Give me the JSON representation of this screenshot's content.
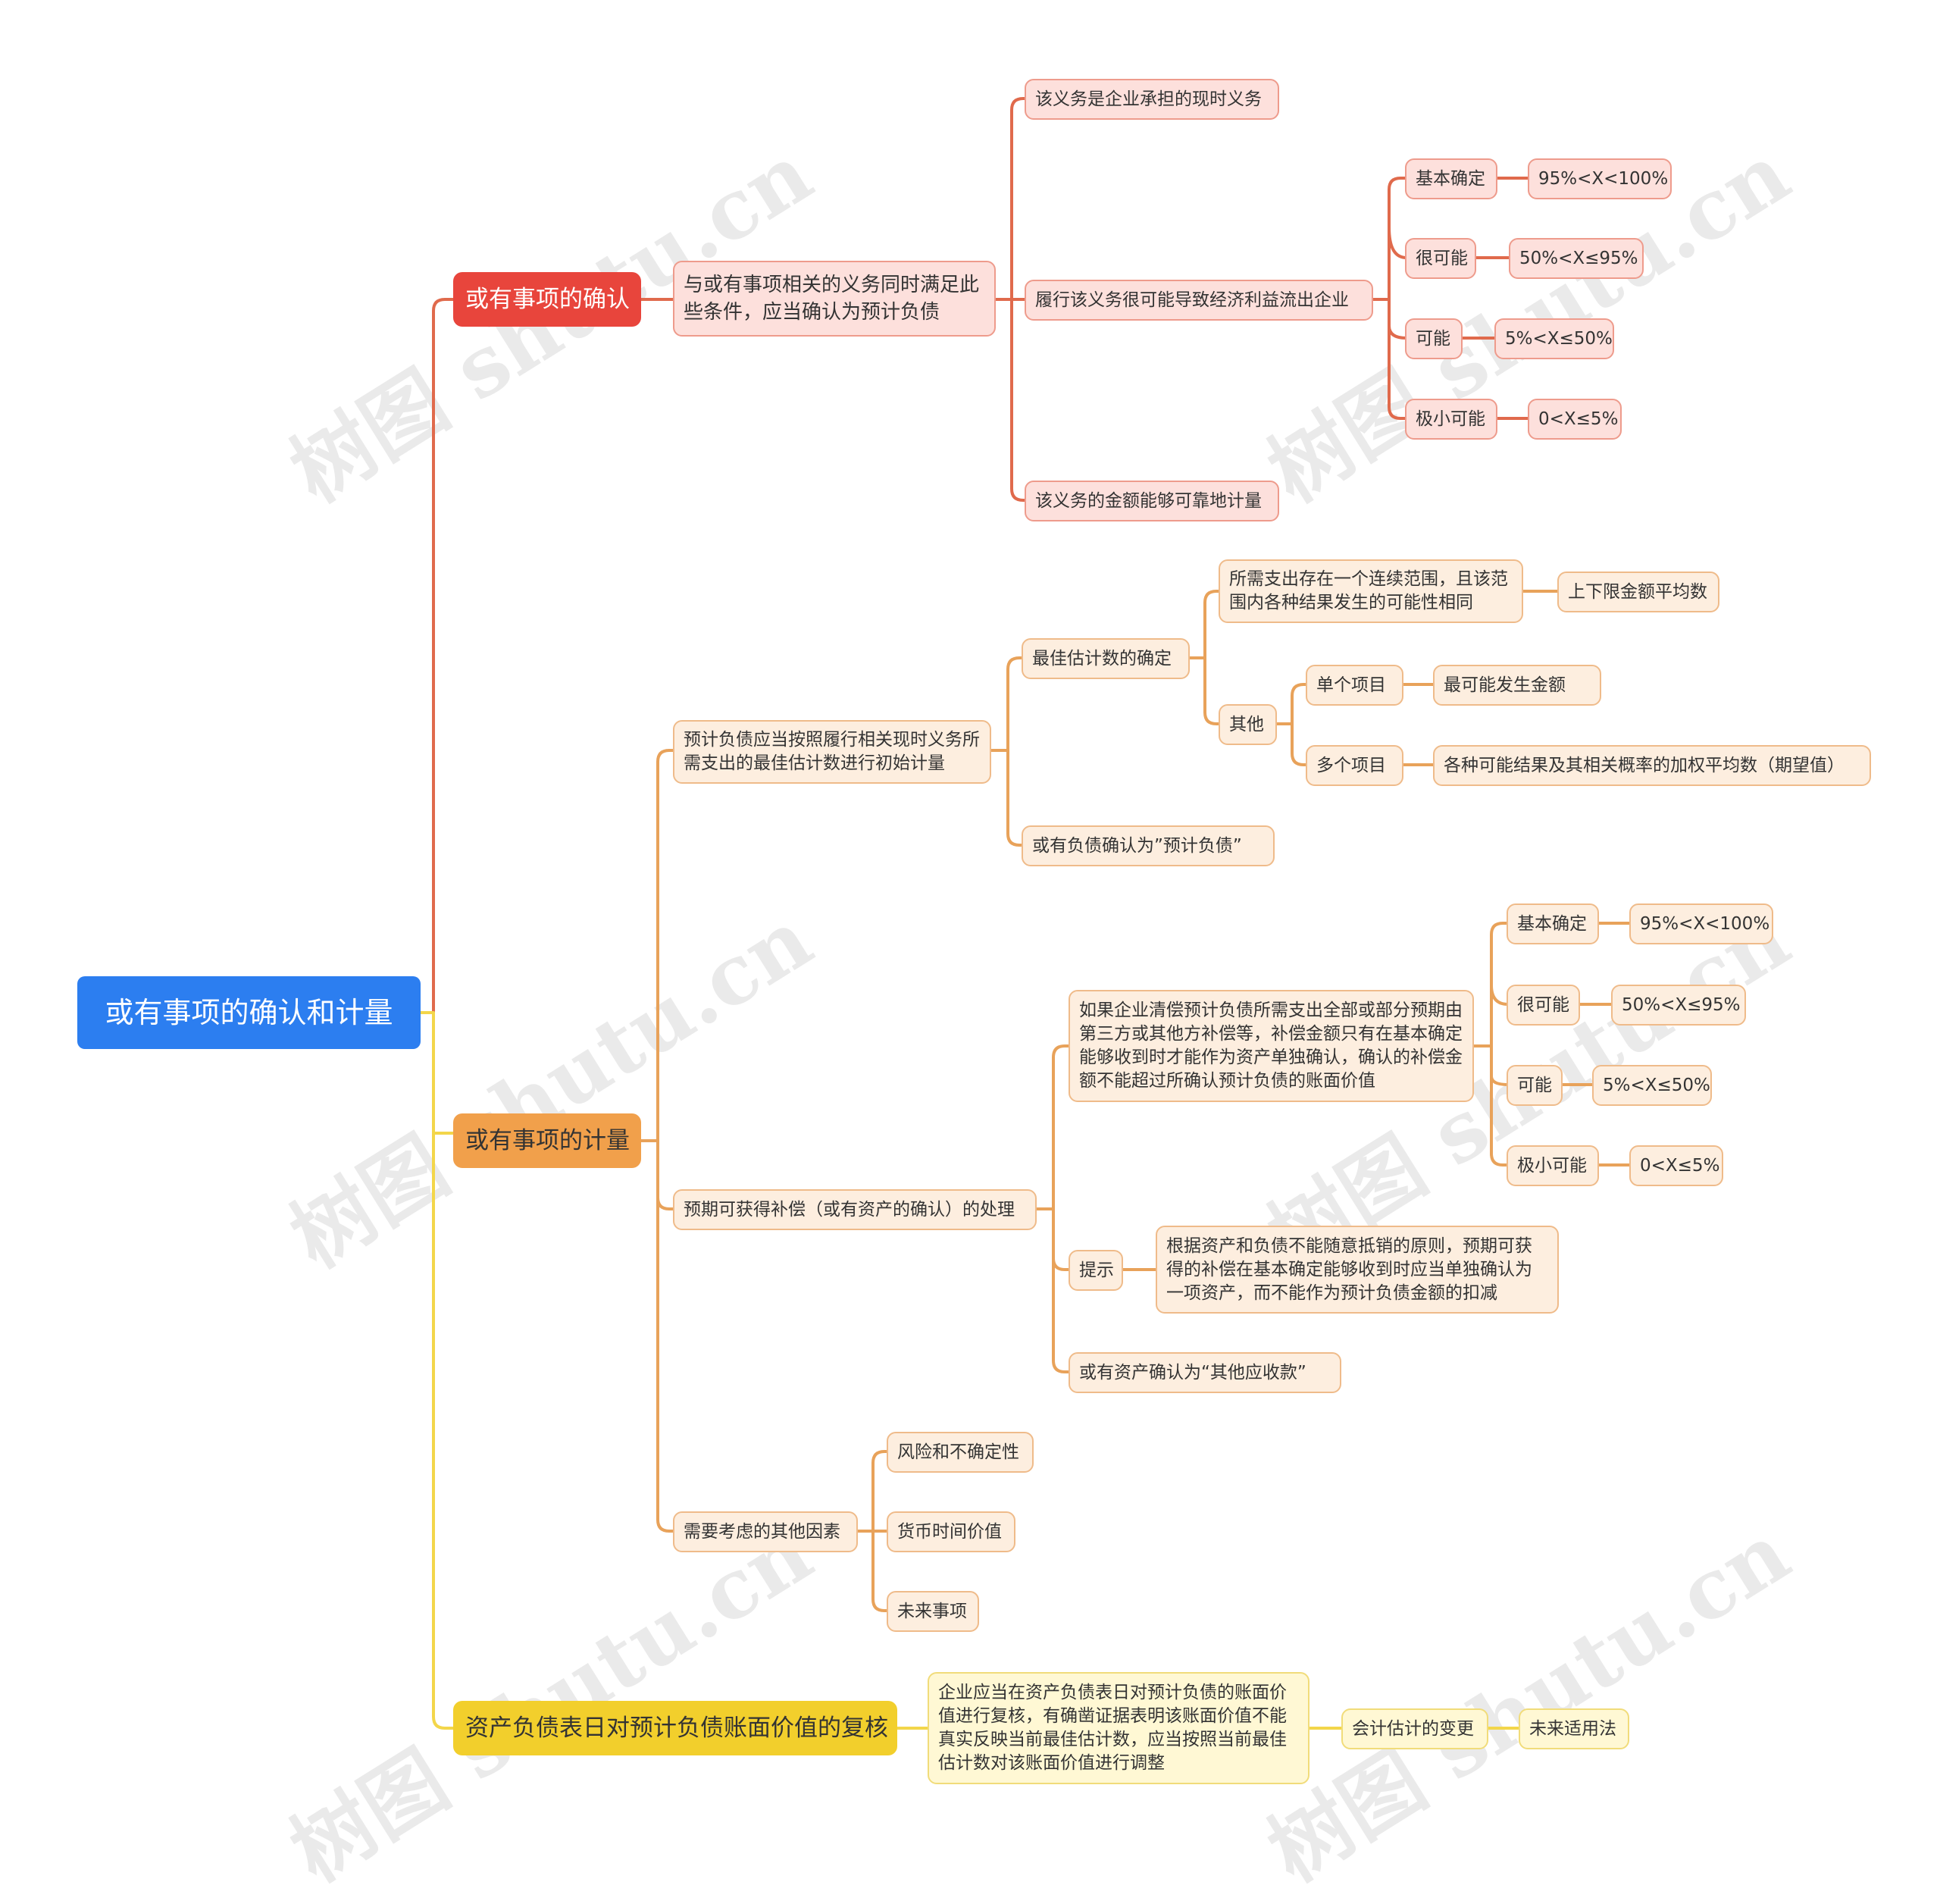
{
  "root": "或有事项的确认和计量",
  "watermark": "树图 shutu.cn",
  "colors": {
    "root": "#2c7ef0",
    "branch_red": "#e8453c",
    "branch_orange": "#f1a04b",
    "branch_yellow": "#f2cf2c"
  },
  "recognition": {
    "label": "或有事项的确认",
    "condition": "与或有事项相关的义务同时满足此些条件，应当确认为预计负债",
    "c1": "该义务是企业承担的现时义务",
    "c2": "履行该义务很可能导致经济利益流出企业",
    "c3": "该义务的金额能够可靠地计量",
    "probs": [
      {
        "label": "基本确定",
        "range": "95%<X<100%"
      },
      {
        "label": "很可能",
        "range": "50%<X≤95%"
      },
      {
        "label": "可能",
        "range": "5%<X≤50%"
      },
      {
        "label": "极小可能",
        "range": "0<X≤5%"
      }
    ]
  },
  "measurement": {
    "label": "或有事项的计量",
    "initial": "预计负债应当按照履行相关现时义务所需支出的最佳估计数进行初始计量",
    "best_estimate": "最佳估计数的确定",
    "continuous": "所需支出存在一个连续范围，且该范围内各种结果发生的可能性相同",
    "average": "上下限金额平均数",
    "other": "其他",
    "single": "单个项目",
    "single_val": "最可能发生金额",
    "multi": "多个项目",
    "multi_val": "各种可能结果及其相关概率的加权平均数（期望值）",
    "liability": "或有负债确认为”预计负债”",
    "compensation": "预期可获得补偿（或有资产的确认）的处理",
    "comp_text": "如果企业清偿预计负债所需支出全部或部分预期由第三方或其他方补偿等，补偿金额只有在基本确定能够收到时才能作为资产单独确认，确认的补偿金额不能超过所确认预计负债的账面价值",
    "probs": [
      {
        "label": "基本确定",
        "range": "95%<X<100%"
      },
      {
        "label": "很可能",
        "range": "50%<X≤95%"
      },
      {
        "label": "可能",
        "range": "5%<X≤50%"
      },
      {
        "label": "极小可能",
        "range": "0<X≤5%"
      }
    ],
    "hint": "提示",
    "hint_text": "根据资产和负债不能随意抵销的原则，预期可获得的补偿在基本确定能够收到时应当单独确认为一项资产，而不能作为预计负债金额的扣减",
    "asset": "或有资产确认为“其他应收款”",
    "factors": "需要考虑的其他因素",
    "f1": "风险和不确定性",
    "f2": "货币时间价值",
    "f3": "未来事项"
  },
  "review": {
    "label": "资产负债表日对预计负债账面价值的复核",
    "text": "企业应当在资产负债表日对预计负债的账面价值进行复核，有确凿证据表明该账面价值不能真实反映当前最佳估计数，应当按照当前最佳估计数对该账面价值进行调整",
    "change": "会计估计的变更",
    "method": "未来适用法"
  }
}
